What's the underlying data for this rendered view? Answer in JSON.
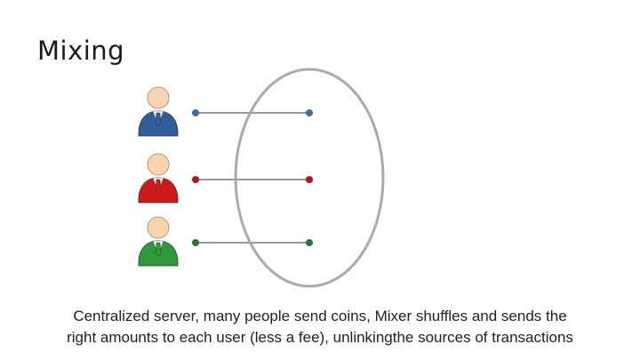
{
  "slide": {
    "title": "Mixing",
    "caption_line1": "Centralized server, many people send coins, Mixer shuffles and sends the",
    "caption_line2": "right amounts to each user (less a fee), unlinkingthe sources of  transactions"
  },
  "diagram": {
    "mixer_shape": "ellipse",
    "mixer_stroke": "#aaaaaa",
    "link_stroke": "#999999",
    "users": [
      {
        "icon": "user-icon",
        "shirt_color": "#2f5e9a",
        "dot_color": "#3a6ea5"
      },
      {
        "icon": "user-icon",
        "shirt_color": "#d01818",
        "dot_color": "#b81414"
      },
      {
        "icon": "user-icon",
        "shirt_color": "#2c9a3a",
        "dot_color": "#1f7a35"
      }
    ]
  }
}
